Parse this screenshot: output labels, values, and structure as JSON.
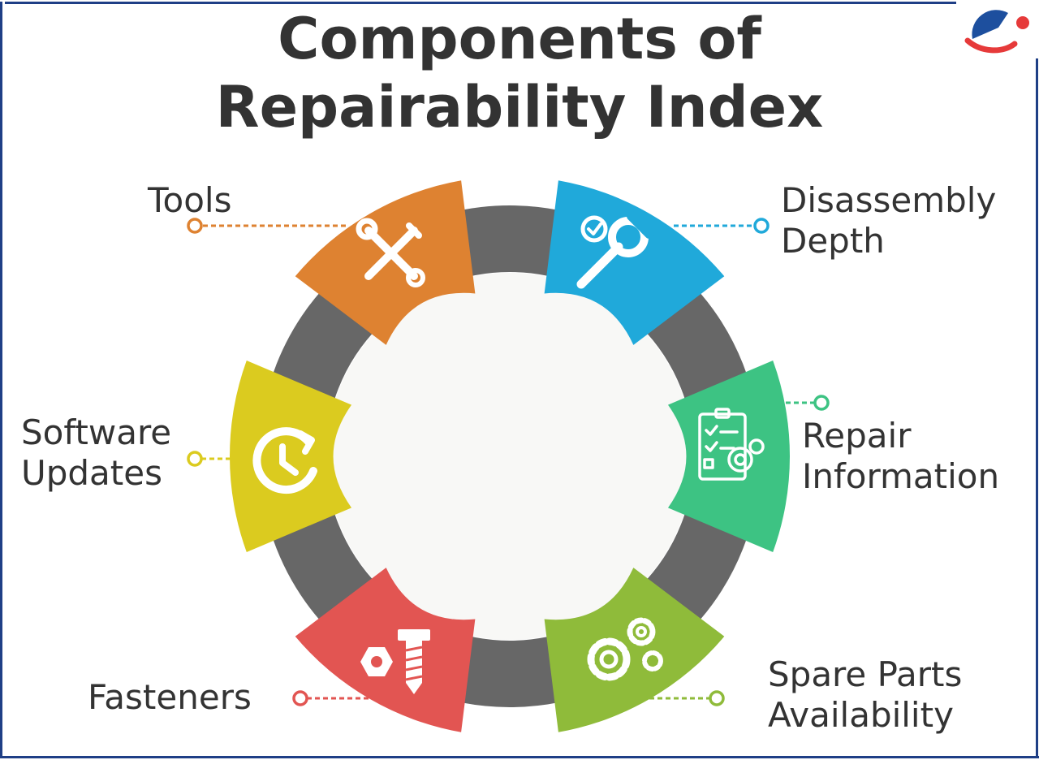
{
  "title": {
    "line1": "Components of",
    "line2": "Repairability Index"
  },
  "components": [
    {
      "id": "tools",
      "lines": [
        "Tools"
      ],
      "color": "#de8231",
      "icon": "wrench-screwdriver-icon"
    },
    {
      "id": "disassembly",
      "lines": [
        "Disassembly",
        "Depth"
      ],
      "color": "#20a9da",
      "icon": "wrench-check-icon"
    },
    {
      "id": "repair",
      "lines": [
        "Repair",
        "Information"
      ],
      "color": "#3dc383",
      "icon": "clipboard-gear-icon"
    },
    {
      "id": "spare",
      "lines": [
        "Spare Parts",
        "Availability"
      ],
      "color": "#8fbb3a",
      "icon": "gears-icon"
    },
    {
      "id": "fasteners",
      "lines": [
        "Fasteners"
      ],
      "color": "#e25552",
      "icon": "bolt-nut-icon"
    },
    {
      "id": "software",
      "lines": [
        "Software",
        "Updates"
      ],
      "color": "#dbcb1f",
      "icon": "clock-refresh-icon"
    }
  ],
  "colors": {
    "ring": "#676767",
    "inner_circle": "#f8f8f6",
    "frame": "#1f3f86",
    "text": "#333333"
  }
}
